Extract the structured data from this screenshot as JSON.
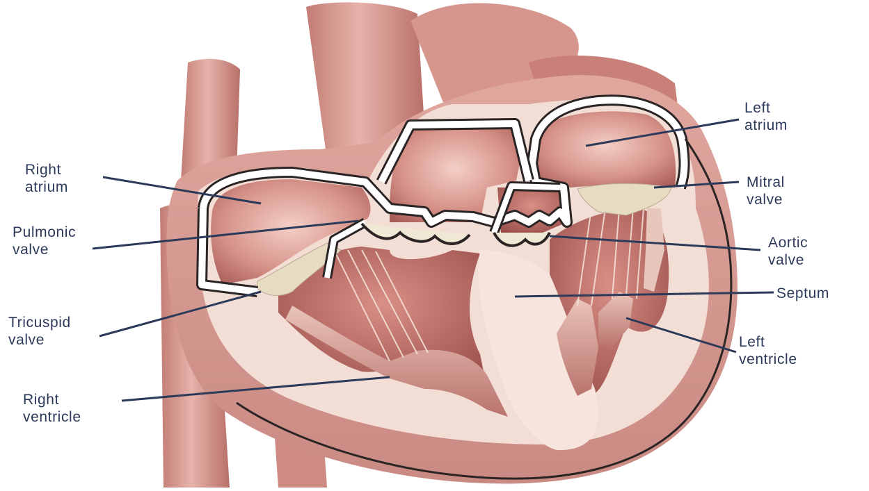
{
  "colors": {
    "tissue": "#d99c94",
    "tissue_dark": "#b56d66",
    "tissue_deep": "#8e4a47",
    "tissue_light": "#f1d3cb",
    "septum": "#f7e4dc",
    "outline": "#2b2424",
    "valve": "#ebe2c8",
    "leader": "#2c3a5a"
  },
  "labels": {
    "right_atrium": [
      "Right",
      "atrium"
    ],
    "pulmonic_valve": [
      "Pulmonic",
      "valve"
    ],
    "tricuspid_valve": [
      "Tricuspid",
      "valve"
    ],
    "right_ventricle": [
      "Right",
      "ventricle"
    ],
    "left_atrium": [
      "Left",
      "atrium"
    ],
    "mitral_valve": [
      "Mitral",
      "valve"
    ],
    "aortic_valve": [
      "Aortic",
      "valve"
    ],
    "septum": [
      "Septum"
    ],
    "left_ventricle": [
      "Left",
      "ventricle"
    ]
  }
}
